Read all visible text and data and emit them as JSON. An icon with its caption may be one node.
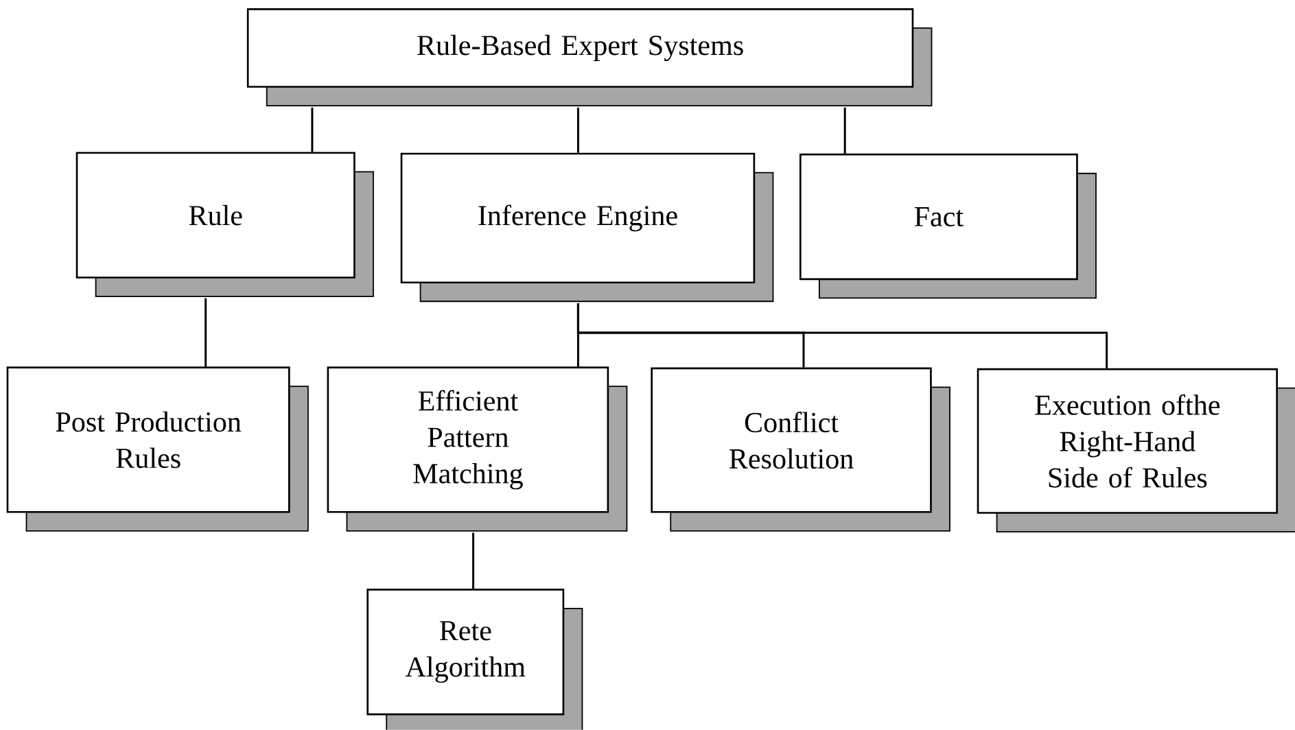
{
  "diagram": {
    "nodes": [
      {
        "text": [
          "Rule-Based Expert Systems"
        ]
      },
      {
        "text": [
          "Rule"
        ]
      },
      {
        "text": [
          "Inference Engine"
        ]
      },
      {
        "text": [
          "Fact"
        ]
      },
      {
        "text": [
          "Post Production Rules"
        ]
      },
      {
        "text": [
          "Efficient Pattern Matching"
        ]
      },
      {
        "text": [
          "Conflict Resolution"
        ]
      },
      {
        "text": [
          "Execution ofthe Right-Hand Side of Rules"
        ]
      },
      {
        "text": [
          "Rete Algorithm"
        ]
      }
    ],
    "edges": [
      {
        "from": 0,
        "to": 1,
        "arrow": "none"
      },
      {
        "from": 0,
        "to": 2,
        "arrow": "none"
      },
      {
        "from": 0,
        "to": 3,
        "arrow": "none"
      },
      {
        "from": 1,
        "to": 4,
        "arrow": "none"
      },
      {
        "from": 2,
        "to": 5,
        "arrow": "none"
      },
      {
        "from": 2,
        "to": 6,
        "arrow": "none"
      },
      {
        "from": 2,
        "to": 7,
        "arrow": "none"
      },
      {
        "from": 5,
        "to": 8,
        "arrow": "none"
      }
    ]
  }
}
